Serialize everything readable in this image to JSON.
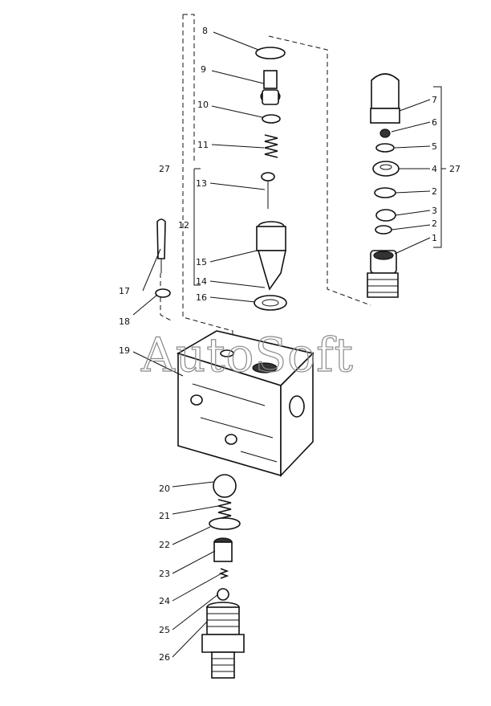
{
  "watermark": "AutoSoft",
  "callouts": [
    "1",
    "2",
    "2",
    "3",
    "4",
    "5",
    "6",
    "7",
    "8",
    "9",
    "10",
    "11",
    "12",
    "13",
    "14",
    "15",
    "16",
    "17",
    "18",
    "19",
    "20",
    "21",
    "22",
    "23",
    "24",
    "25",
    "26",
    "27",
    "27"
  ]
}
